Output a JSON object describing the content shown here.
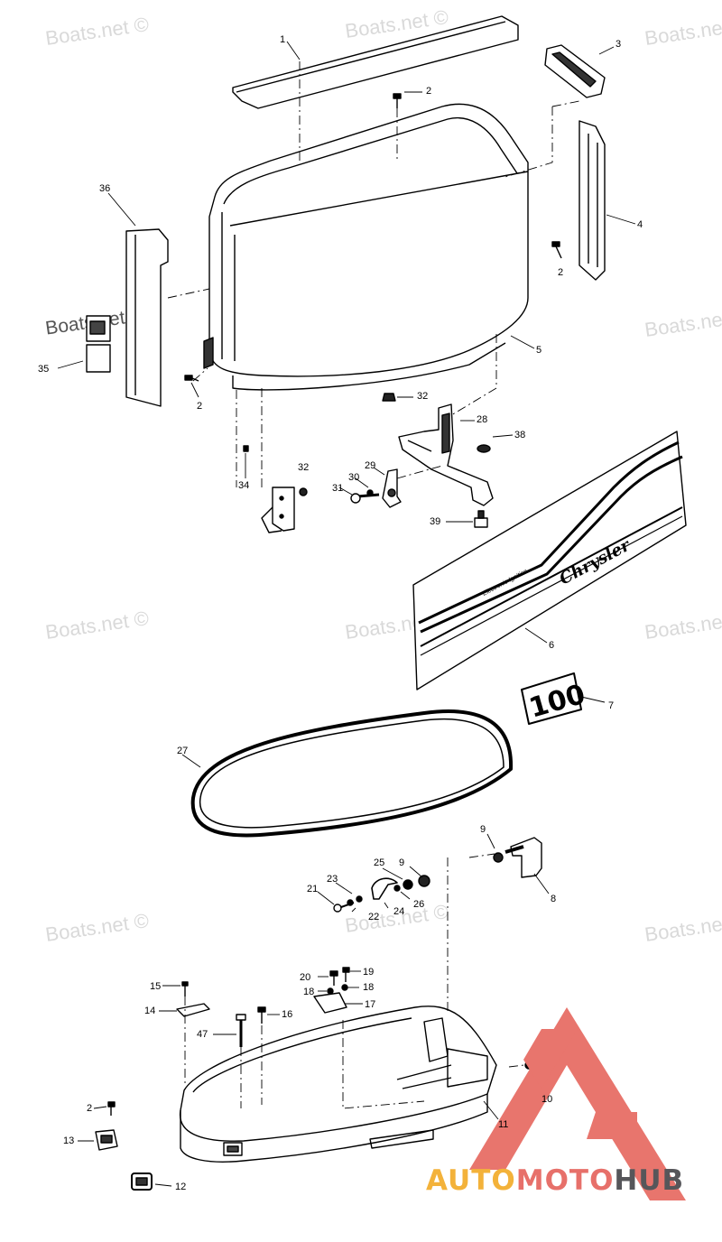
{
  "watermark": "Boats.net ©",
  "diagram": {
    "decal_brand": "Chrysler",
    "decal_subtext": "Electronic Ignition",
    "badge_text": "100"
  },
  "callouts": [
    "1",
    "2",
    "3",
    "2",
    "4",
    "36",
    "35",
    "2",
    "5",
    "32",
    "28",
    "38",
    "32",
    "29",
    "30",
    "31",
    "34",
    "39",
    "6",
    "7",
    "27",
    "9",
    "8",
    "25",
    "9",
    "23",
    "21",
    "26",
    "24",
    "22",
    "15",
    "20",
    "19",
    "18",
    "18",
    "17",
    "14",
    "16",
    "47",
    "10",
    "11",
    "2",
    "13",
    "12"
  ],
  "logo": {
    "part1": "AUTO",
    "part2": "MOTO",
    "part3": "HUB",
    "colors": {
      "auto": "#f3b23a",
      "moto": "#e7706a",
      "hub": "#56565a",
      "triangle": "#e8756d"
    }
  }
}
